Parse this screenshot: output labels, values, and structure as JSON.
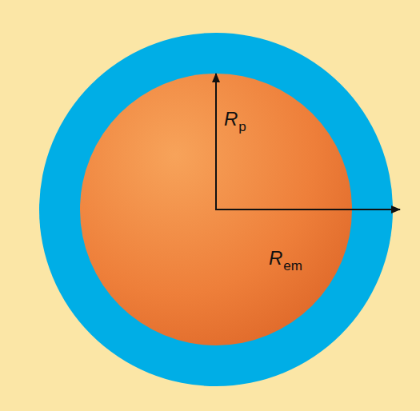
{
  "diagram": {
    "labels": [
      "R",
      "p",
      "R",
      "em"
    ]
  }
}
